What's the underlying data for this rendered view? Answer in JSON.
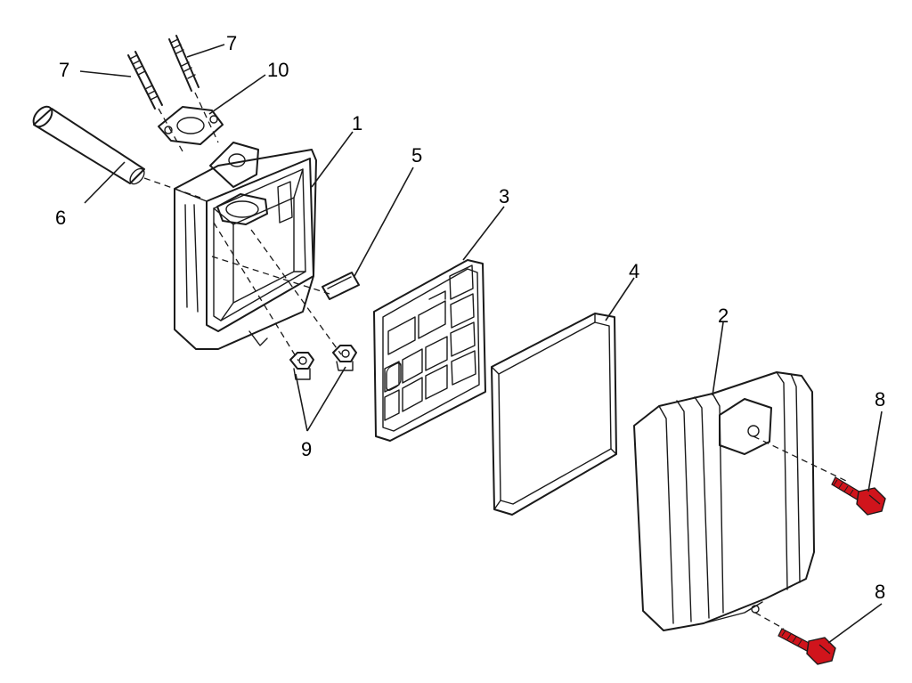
{
  "callouts": {
    "base": "1",
    "cover": "2",
    "precleaner": "3",
    "element": "4",
    "gasket_small": "5",
    "breather_tube": "6",
    "stud_left": "7",
    "stud_right": "7",
    "screw_top": "8",
    "screw_bottom": "8",
    "nuts": "9",
    "gasket_top": "10"
  },
  "colors": {
    "line": "#1a1a1a",
    "highlight": "#d0141c",
    "background": "#ffffff"
  }
}
